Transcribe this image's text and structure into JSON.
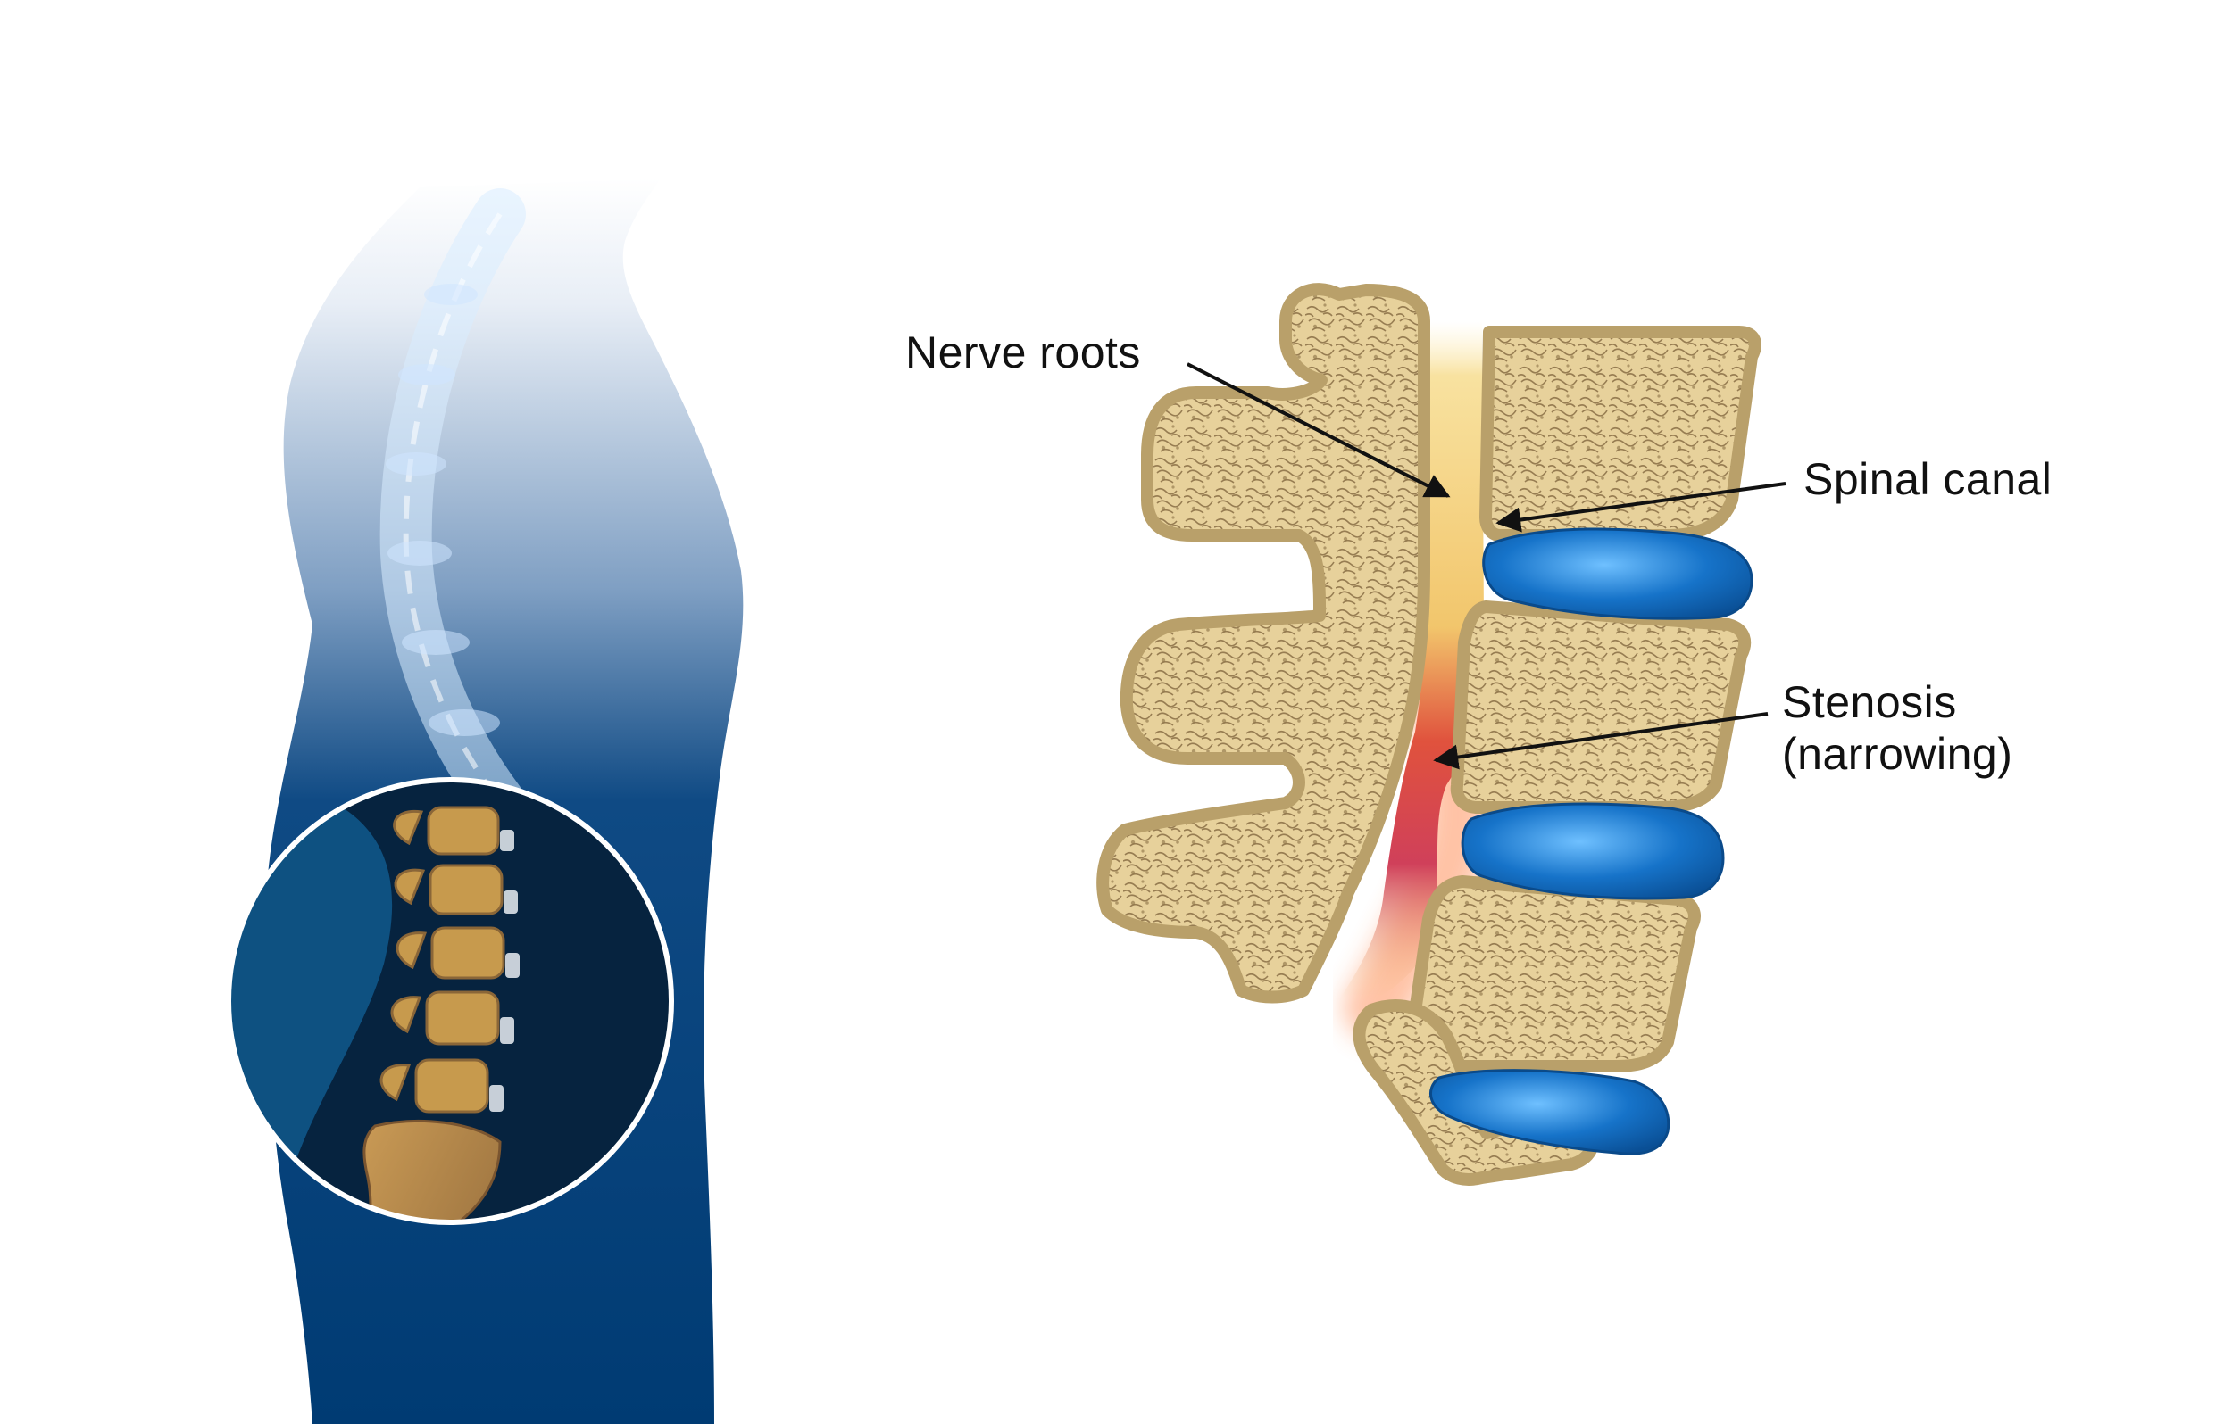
{
  "labels": {
    "nerve_roots": "Nerve roots",
    "spinal_canal": "Spinal canal",
    "stenosis_line1": "Stenosis",
    "stenosis_line2": "(narrowing)"
  },
  "colors": {
    "body_navy": "#003b73",
    "body_light": "#b9cde2",
    "inset_dark": "#06233f",
    "inset_ring": "#ffffff",
    "bone_tan": "#ead8a4",
    "bone_outline": "#a68a55",
    "bone_texture": "#8a6f45",
    "disc_blue": "#1673c9",
    "disc_highlight": "#6fc0ff",
    "canal_yellow": "#f5d98a",
    "inflammation_red": "#d63a3a",
    "lumbar_gold": "#c79a4d",
    "sacrum_brown": "#a87a44",
    "arrow_black": "#111111"
  }
}
